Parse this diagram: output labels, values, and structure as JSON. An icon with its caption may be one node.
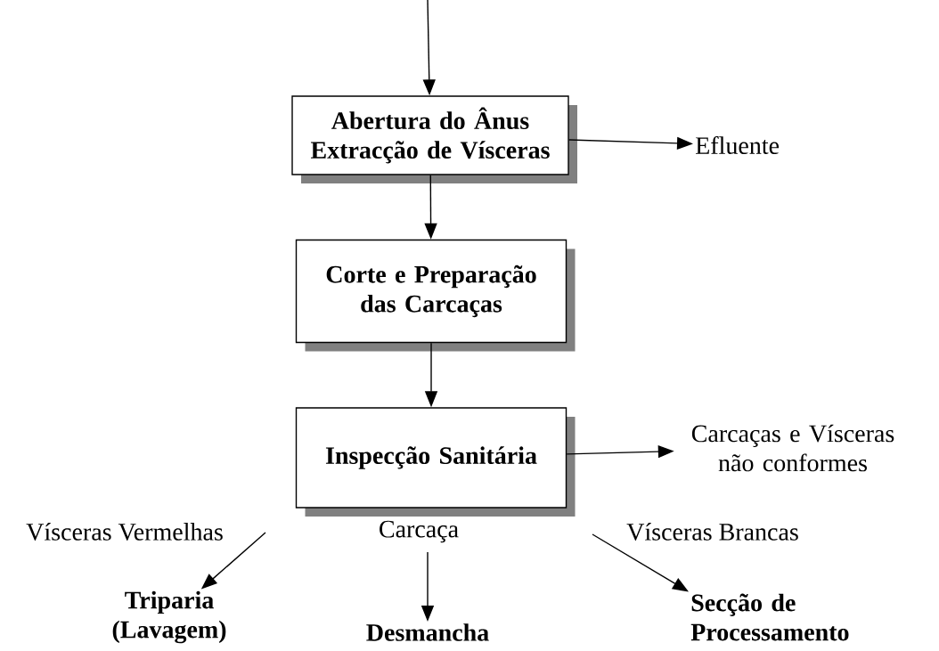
{
  "diagram": {
    "nodes": [
      {
        "text": [
          "Abertura do Ânus",
          "Extracção de Vísceras"
        ]
      },
      {
        "text": [
          "Efluente"
        ]
      },
      {
        "text": [
          "Corte e Preparação das Carcaças"
        ]
      },
      {
        "text": [
          "Inspecção Sanitária"
        ]
      },
      {
        "text": [
          "Carcaças e Vísceras não conformes"
        ]
      },
      {
        "text": [
          "Triparia (Lavagem)"
        ]
      },
      {
        "text": [
          "Desmancha"
        ]
      },
      {
        "text": [
          "Secção de Processamento"
        ]
      }
    ],
    "edges": [
      {
        "from": null,
        "to": 0,
        "arrow": "to"
      },
      {
        "from": 0,
        "to": 1,
        "arrow": "to"
      },
      {
        "from": 0,
        "to": 2,
        "arrow": "to"
      },
      {
        "from": 2,
        "to": 3,
        "arrow": "to"
      },
      {
        "from": 3,
        "to": 4,
        "arrow": "to"
      },
      {
        "from": null,
        "to": 5,
        "label": "Vísceras Vermelhas",
        "arrow": "to"
      },
      {
        "from": null,
        "to": 6,
        "label": "Carcaça",
        "arrow": "to"
      },
      {
        "from": null,
        "to": 7,
        "label": "Vísceras Brancas",
        "arrow": "to"
      }
    ]
  }
}
